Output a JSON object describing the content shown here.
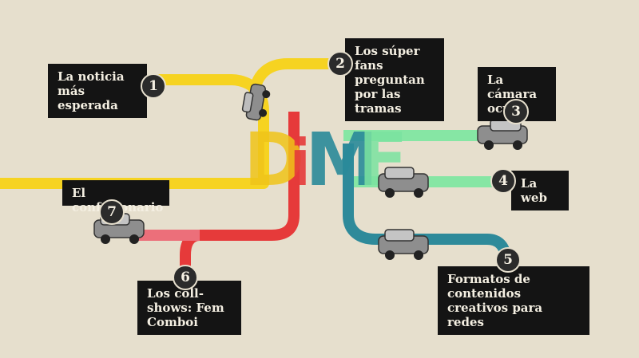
{
  "title": {
    "letters": [
      "D",
      "i",
      "M",
      "E"
    ],
    "colors": [
      "#f0c419",
      "#e53a3a",
      "#2a8a9a",
      "#7be3a0"
    ]
  },
  "lines": {
    "yellow": "#f6d321",
    "red": "#e63a3a",
    "teal": "#2e8a9a",
    "green": "#86e6a4",
    "pink": "#ec6f7a"
  },
  "stations": [
    {
      "number": "1",
      "label": "La noticia más esperada"
    },
    {
      "number": "2",
      "label": "Los súper fans preguntan por las tramas"
    },
    {
      "number": "3",
      "label": "La cámara oculta"
    },
    {
      "number": "4",
      "label": "La web"
    },
    {
      "number": "5",
      "label": "Formatos de contenidos creativos para redes"
    },
    {
      "number": "6",
      "label": "Los coll-shows: Fem Comboi"
    },
    {
      "number": "7",
      "label": "El confesionario"
    }
  ],
  "vehicle_icon": "vintage-car-icon"
}
